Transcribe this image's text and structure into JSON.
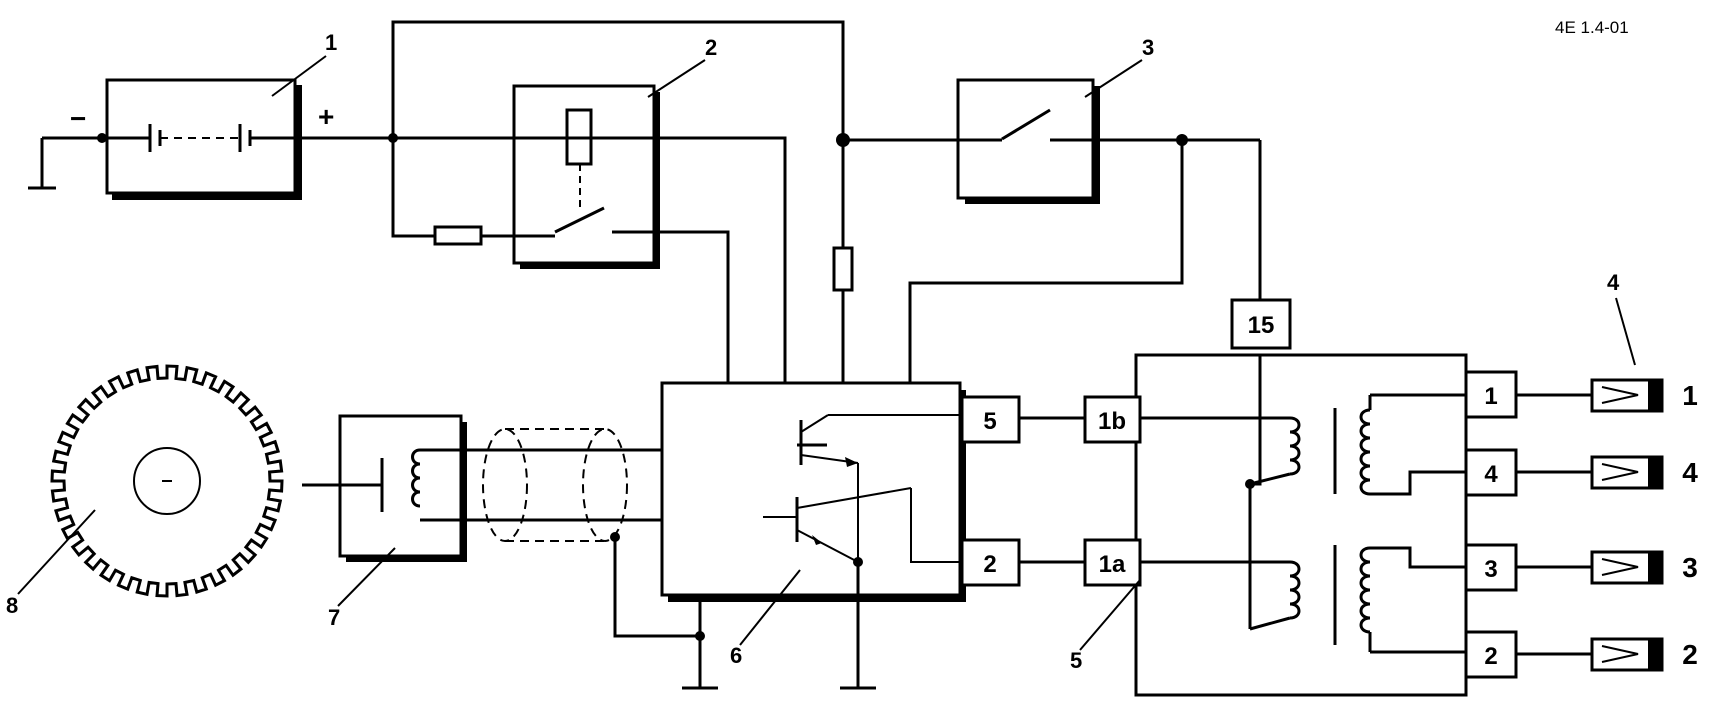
{
  "drawing_code": "4E 1.4-01",
  "callouts": {
    "c1": "1",
    "c2": "2",
    "c3": "3",
    "c4": "4",
    "c5": "5",
    "c6": "6",
    "c7": "7",
    "c8": "8"
  },
  "battery": {
    "minus": "−",
    "plus": "+"
  },
  "terminals": {
    "t15": "15",
    "ecu_5": "5",
    "ecu_2": "2",
    "coil_1b": "1b",
    "coil_1a": "1a",
    "out_1": "1",
    "out_4": "4",
    "out_3": "3",
    "out_2": "2"
  },
  "plugs": {
    "p1": "1",
    "p4": "4",
    "p3": "3",
    "p2": "2"
  }
}
